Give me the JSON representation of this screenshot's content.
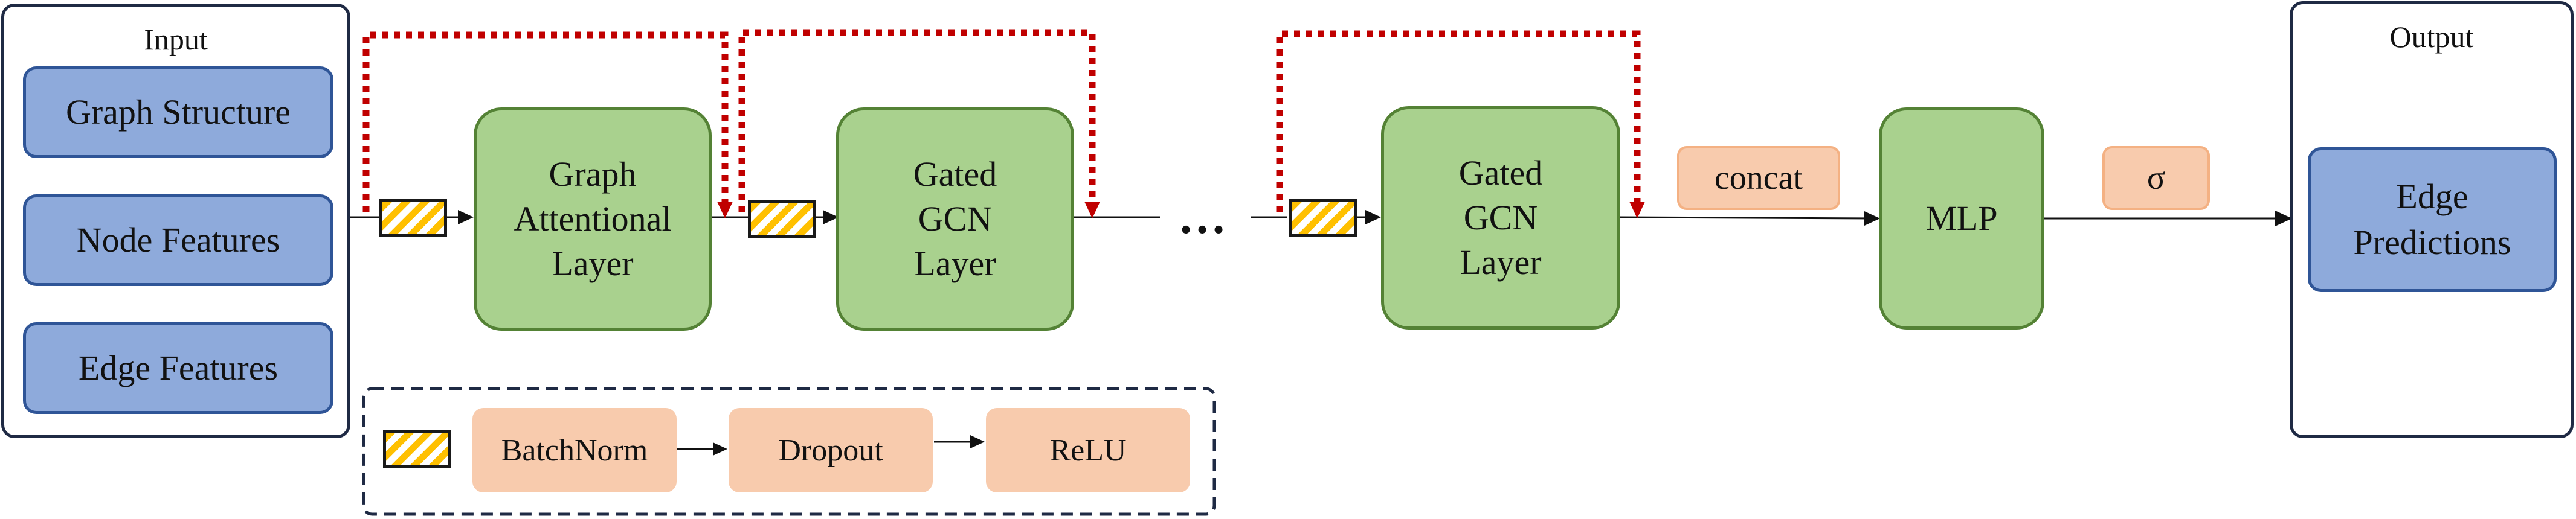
{
  "input_panel": {
    "title": "Input",
    "items": [
      "Graph Structure",
      "Node Features",
      "Edge Features"
    ]
  },
  "layers": {
    "gat": "Graph\nAttentional\nLayer",
    "gated1": "Gated\nGCN\nLayer",
    "gated2": "Gated\nGCN\nLayer",
    "mlp": "MLP"
  },
  "ops": {
    "concat": "concat",
    "sigma": "σ",
    "ellipsis": "…"
  },
  "output_panel": {
    "title": "Output",
    "prediction": "Edge\nPredictions"
  },
  "legend": {
    "steps": [
      "BatchNorm",
      "Dropout",
      "ReLU"
    ]
  },
  "colors": {
    "input_box": "#8eaadb",
    "layer_box": "#a9d18e",
    "op_box": "#f8cbad",
    "hatch": "#ffc000",
    "skip_connection": "#c00000"
  }
}
